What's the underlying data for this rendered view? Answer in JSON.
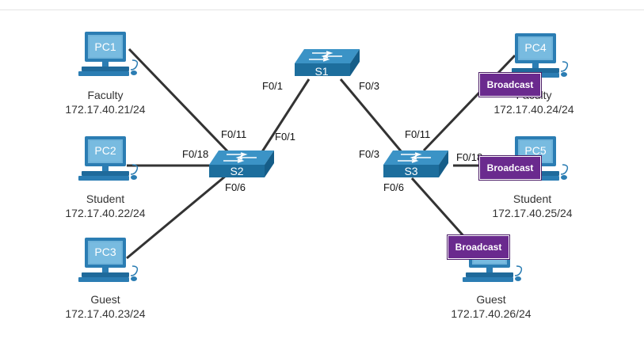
{
  "colors": {
    "link": "#333333",
    "switch_top": "#3b93c6",
    "switch_front": "#1d6e9d",
    "pc_screen": "#6fb3da",
    "pc_body": "#2b7db3",
    "badge": "#6a2a8e"
  },
  "switches": {
    "s1": {
      "name": "S1"
    },
    "s2": {
      "name": "S2"
    },
    "s3": {
      "name": "S3"
    }
  },
  "pcs": {
    "pc1": {
      "name": "PC1",
      "role": "Faculty",
      "ip": "172.17.40.21/24"
    },
    "pc2": {
      "name": "PC2",
      "role": "Student",
      "ip": "172.17.40.22/24"
    },
    "pc3": {
      "name": "PC3",
      "role": "Guest",
      "ip": "172.17.40.23/24"
    },
    "pc4": {
      "name": "PC4",
      "role": "Faculty",
      "ip": "172.17.40.24/24"
    },
    "pc5": {
      "name": "PC5",
      "role": "Student",
      "ip": "172.17.40.25/24"
    },
    "pc6": {
      "name": "",
      "role": "Guest",
      "ip": "172.17.40.26/24"
    }
  },
  "ports": {
    "s1_left": "F0/1",
    "s1_right": "F0/3",
    "s2_f011": "F0/11",
    "s2_f01": "F0/1",
    "s2_f018": "F0/18",
    "s2_f06": "F0/6",
    "s3_f011": "F0/11",
    "s3_f03": "F0/3",
    "s3_f018": "F0/18",
    "s3_f06": "F0/6"
  },
  "badges": {
    "b1": "Broadcast",
    "b2": "Broadcast",
    "b3": "Broadcast"
  }
}
